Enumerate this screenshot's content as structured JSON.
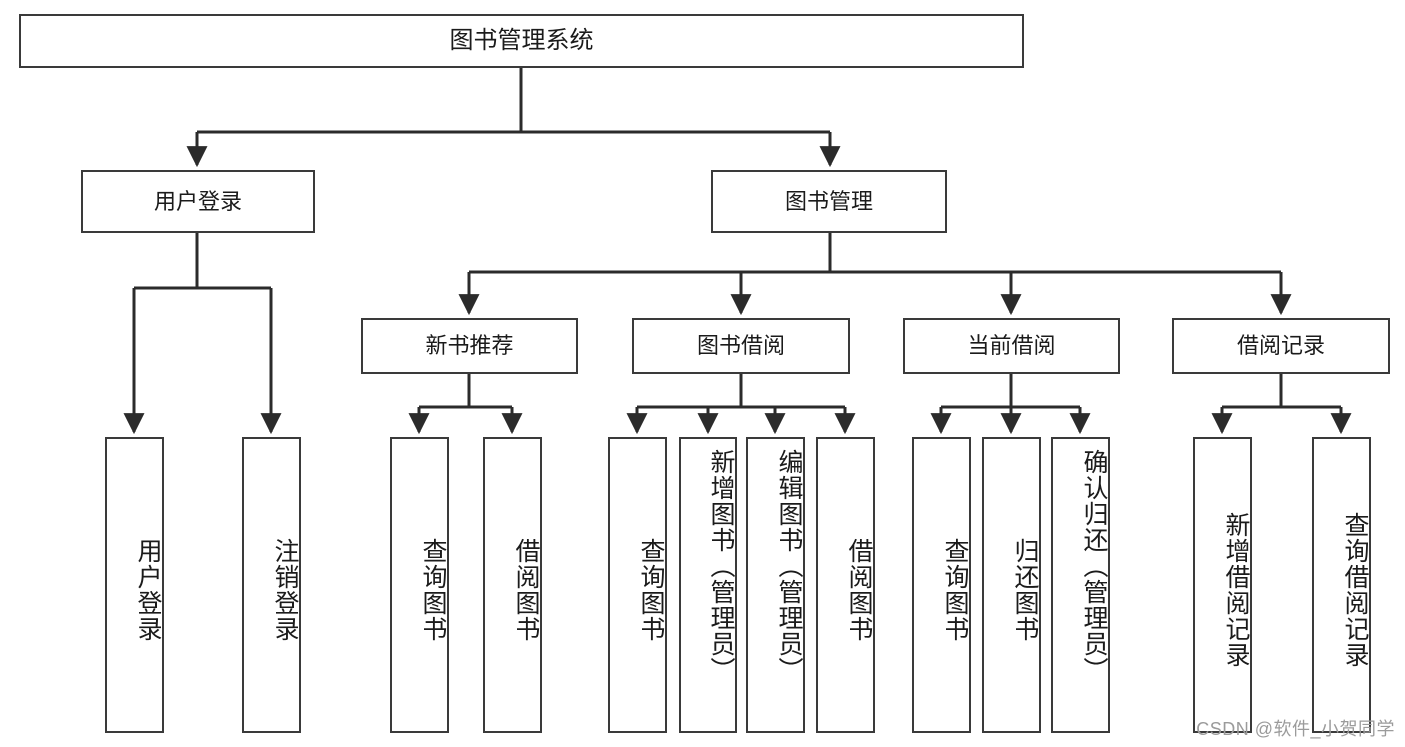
{
  "diagram": {
    "type": "tree",
    "title": "图书管理系统",
    "root": {
      "id": "root",
      "label": "图书管理系统"
    },
    "level1": [
      {
        "id": "user-login",
        "label": "用户登录"
      },
      {
        "id": "book-manage",
        "label": "图书管理"
      }
    ],
    "level2": [
      {
        "id": "new-book-recommend",
        "label": "新书推荐",
        "parent": "book-manage"
      },
      {
        "id": "book-borrow",
        "label": "图书借阅",
        "parent": "book-manage"
      },
      {
        "id": "current-borrow",
        "label": "当前借阅",
        "parent": "book-manage"
      },
      {
        "id": "borrow-record",
        "label": "借阅记录",
        "parent": "book-manage"
      }
    ],
    "leaves": [
      {
        "id": "leaf-user-login",
        "label": "用户登录",
        "parent": "user-login"
      },
      {
        "id": "leaf-logout",
        "label": "注销登录",
        "parent": "user-login"
      },
      {
        "id": "leaf-query-book-1",
        "label": "查询图书",
        "parent": "new-book-recommend"
      },
      {
        "id": "leaf-borrow-book-1",
        "label": "借阅图书",
        "parent": "new-book-recommend"
      },
      {
        "id": "leaf-query-book-2",
        "label": "查询图书",
        "parent": "book-borrow"
      },
      {
        "id": "leaf-add-book",
        "label": "新增图书（管理员）",
        "parent": "book-borrow"
      },
      {
        "id": "leaf-edit-book",
        "label": "编辑图书（管理员）",
        "parent": "book-borrow"
      },
      {
        "id": "leaf-borrow-book-2",
        "label": "借阅图书",
        "parent": "book-borrow"
      },
      {
        "id": "leaf-query-book-3",
        "label": "查询图书",
        "parent": "current-borrow"
      },
      {
        "id": "leaf-return-book",
        "label": "归还图书",
        "parent": "current-borrow"
      },
      {
        "id": "leaf-confirm-return",
        "label": "确认归还（管理员）",
        "parent": "current-borrow"
      },
      {
        "id": "leaf-add-record",
        "label": "新增借阅记录",
        "parent": "borrow-record"
      },
      {
        "id": "leaf-query-record",
        "label": "查询借阅记录",
        "parent": "borrow-record"
      }
    ],
    "colors": {
      "box_border": "#3a3a3a",
      "box_fill": "#ffffff",
      "connector": "#2b2b2b",
      "text": "#1b1b1b",
      "watermark": "#9b9b9b",
      "background": "#ffffff"
    }
  },
  "watermark": {
    "text": "CSDN @软件_小贺同学"
  }
}
